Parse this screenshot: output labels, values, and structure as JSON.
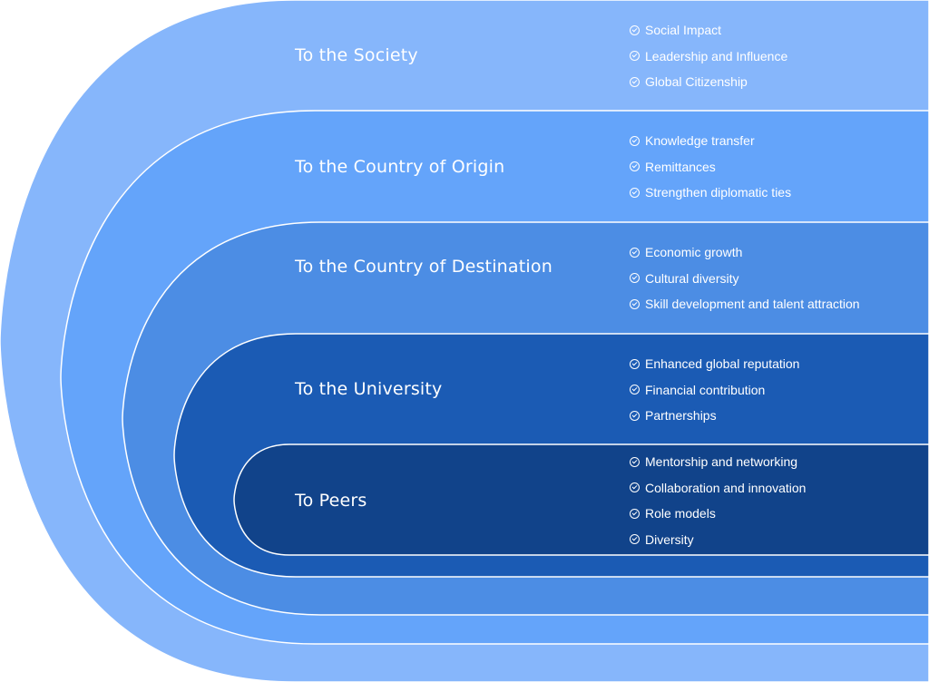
{
  "rings": [
    {
      "title": "To the Society",
      "color": "#86b6fb",
      "items": [
        "Social Impact",
        "Leadership and Influence",
        "Global Citizenship"
      ]
    },
    {
      "title": "To the Country of Origin",
      "color": "#64a4fa",
      "items": [
        "Knowledge transfer",
        "Remittances",
        "Strengthen diplomatic ties"
      ]
    },
    {
      "title": "To the Country of Destination",
      "color": "#4c8de4",
      "items": [
        "Economic growth",
        "Cultural diversity",
        "Skill development and talent attraction"
      ]
    },
    {
      "title": "To the University",
      "color": "#1b5bb4",
      "items": [
        "Enhanced global reputation",
        "Financial contribution",
        "Partnerships"
      ]
    },
    {
      "title": "To Peers",
      "color": "#11438a",
      "items": [
        "Mentorship and networking",
        "Collaboration and innovation",
        "Role models",
        "Diversity"
      ]
    }
  ],
  "icon": "check-circle-icon",
  "divider_color": "#ffffff"
}
